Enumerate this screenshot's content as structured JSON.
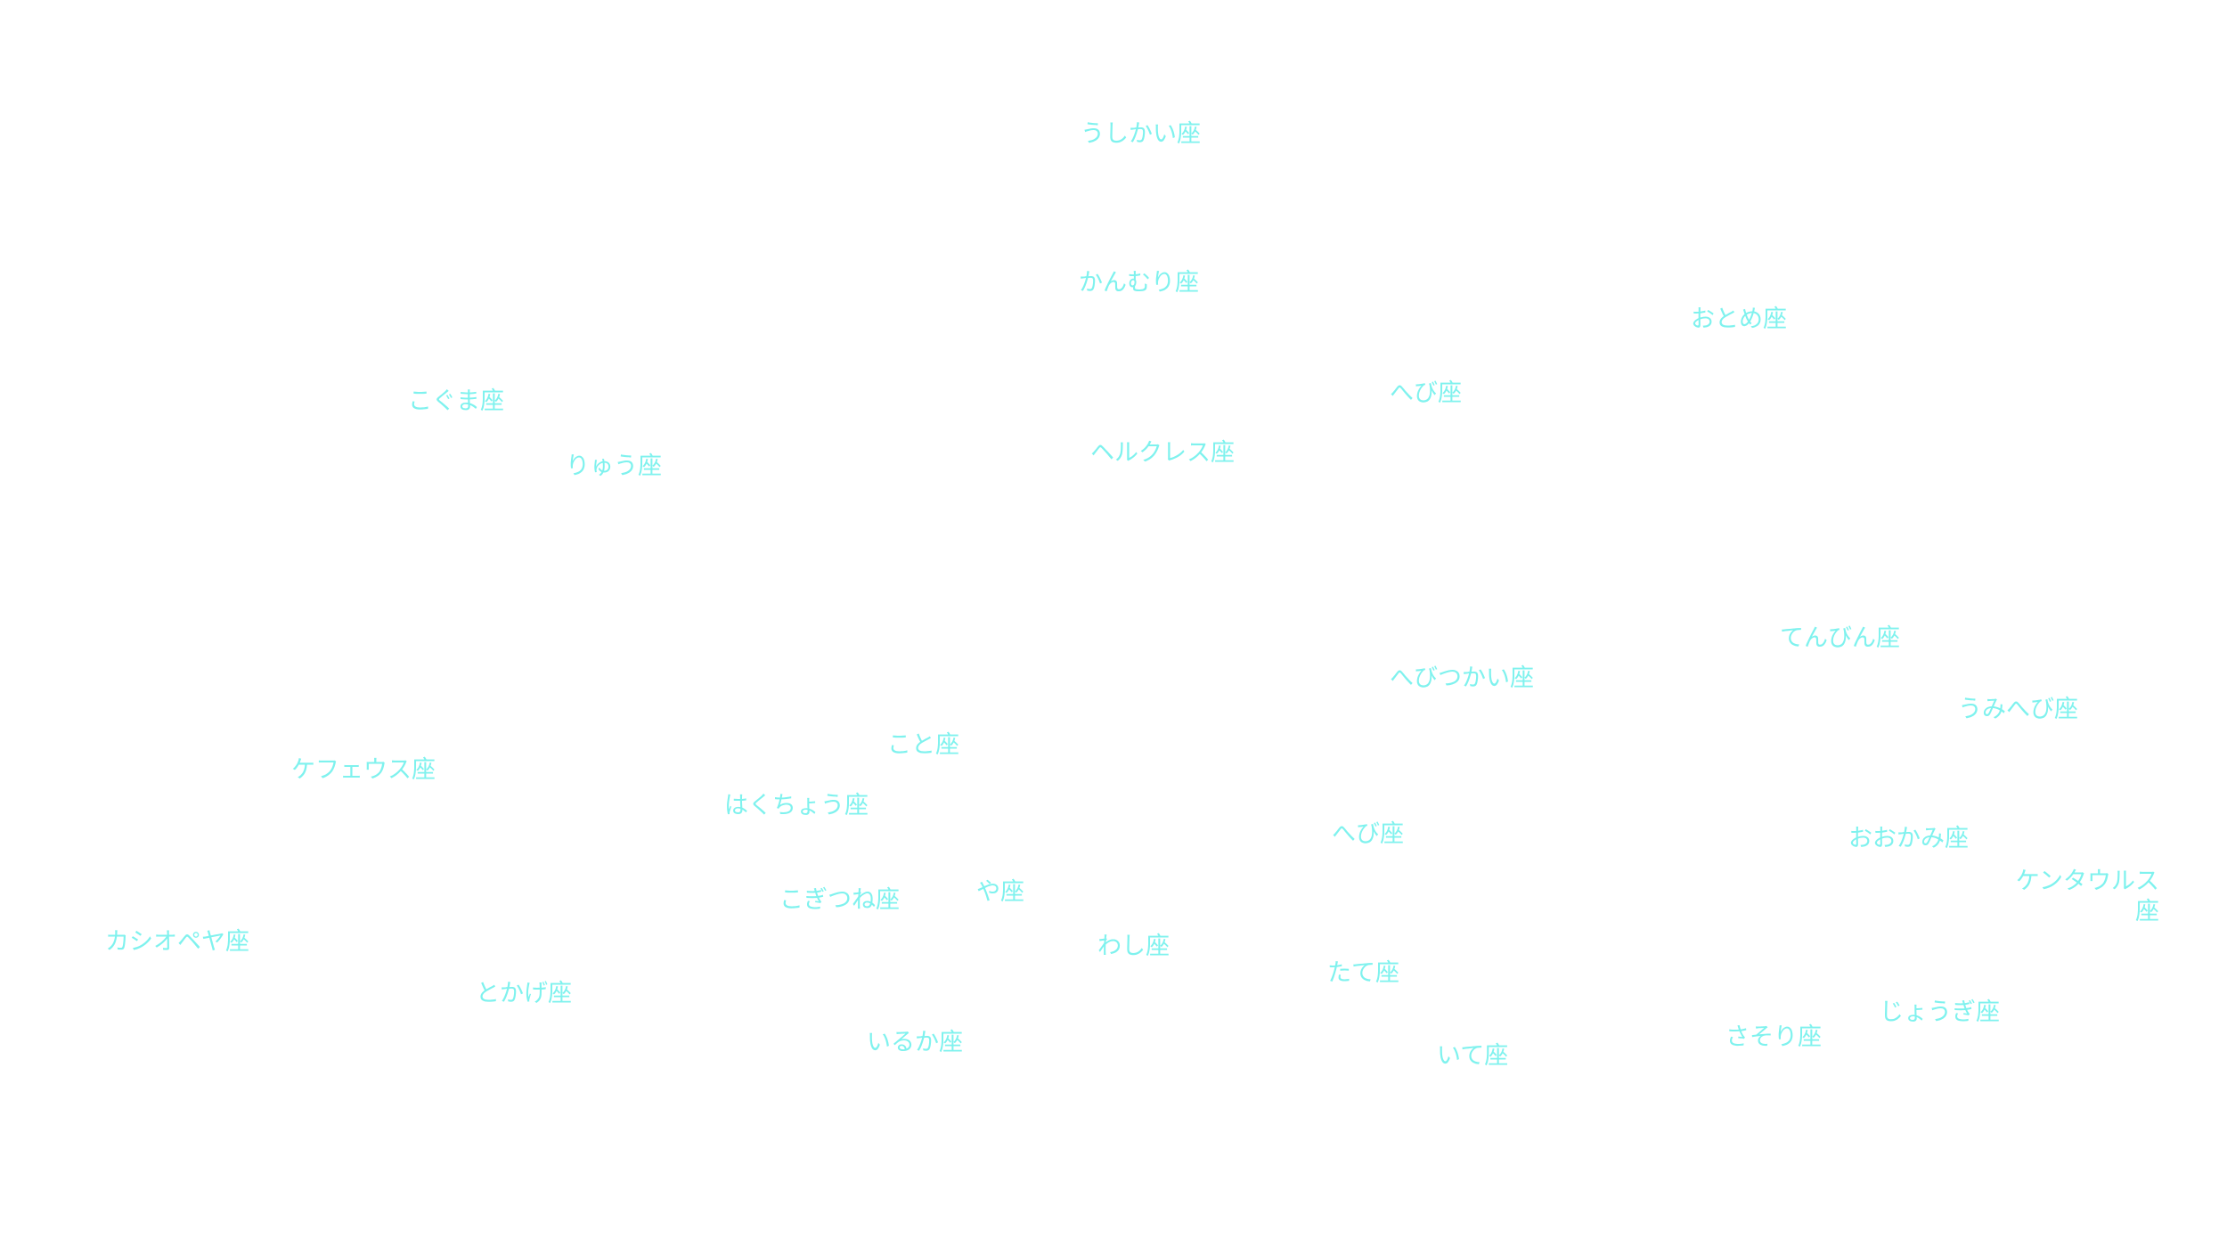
{
  "label_color": "#7ff2ee",
  "background_color": "#ffffff",
  "constellations": {
    "ushikai": "うしかい座",
    "kanmuri": "かんむり座",
    "otome": "おとめ座",
    "kogumma": "こぐま座",
    "hebi_upper": "へび座",
    "ryuu": "りゅう座",
    "herakuresu": "ヘルクレス座",
    "tenbin": "てんびん座",
    "hebitsukai": "へびつかい座",
    "umihebi": "うみへび座",
    "koto": "こと座",
    "kefeusu": "ケフェウス座",
    "hakuchou": "はくちょう座",
    "hebi_lower": "へび座",
    "ookami": "おおかみ座",
    "ya": "や座",
    "kentaurusu": "ケンタウルス座",
    "kogitsune": "こぎつね座",
    "kashiopeya": "カシオペヤ座",
    "washi": "わし座",
    "tate": "たて座",
    "tokage": "とかげ座",
    "jougi": "じょうぎ座",
    "iruka": "いるか座",
    "sasori": "さそり座",
    "ite": "いて座"
  }
}
